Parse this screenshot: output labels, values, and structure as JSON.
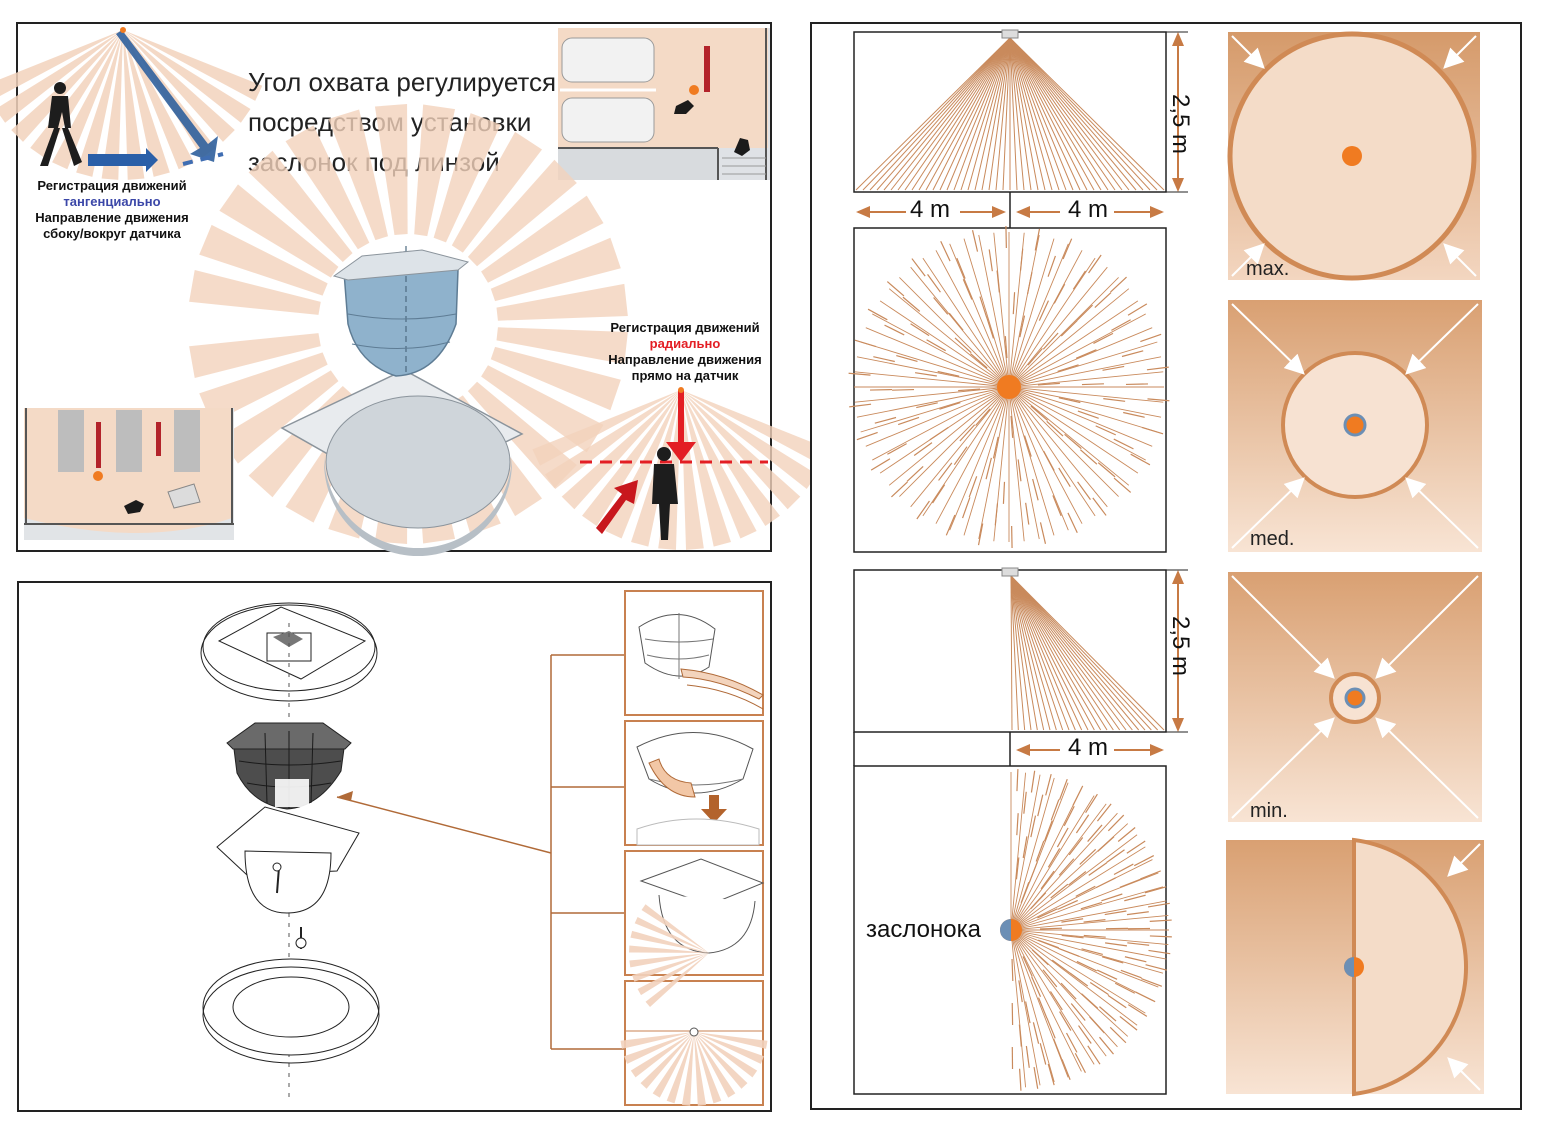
{
  "top_left": {
    "title_lines": [
      "Угол охвата регулируется",
      "посредством установки",
      "заслонок под линзой"
    ],
    "tangential": {
      "line1": "Регистрация движений",
      "keyword": "тангенциально",
      "line3": "Направление движения",
      "line4": "сбоку/вокруг датчика"
    },
    "radial": {
      "line1": "Регистрация движений",
      "keyword": "радиально",
      "line3": "Направление движения",
      "line4": "прямо на датчик"
    }
  },
  "right": {
    "dim_height": "2,5 m",
    "dim_left": "4 m",
    "dim_right": "4 m",
    "dim_height_2": "2,5 m",
    "dim_right_2": "4 m",
    "shutter_label": "заслонока",
    "levels": [
      "max.",
      "med.",
      "min."
    ]
  },
  "colors": {
    "beam": "#f2d2bc",
    "beam_line": "#c98a5c",
    "orange": "#f07b21",
    "blue_text": "#3b47a8",
    "red_text": "#e31e24",
    "tan_dark": "#d9a275",
    "tan_light": "#f7e3d3",
    "ring": "#d08a55"
  }
}
